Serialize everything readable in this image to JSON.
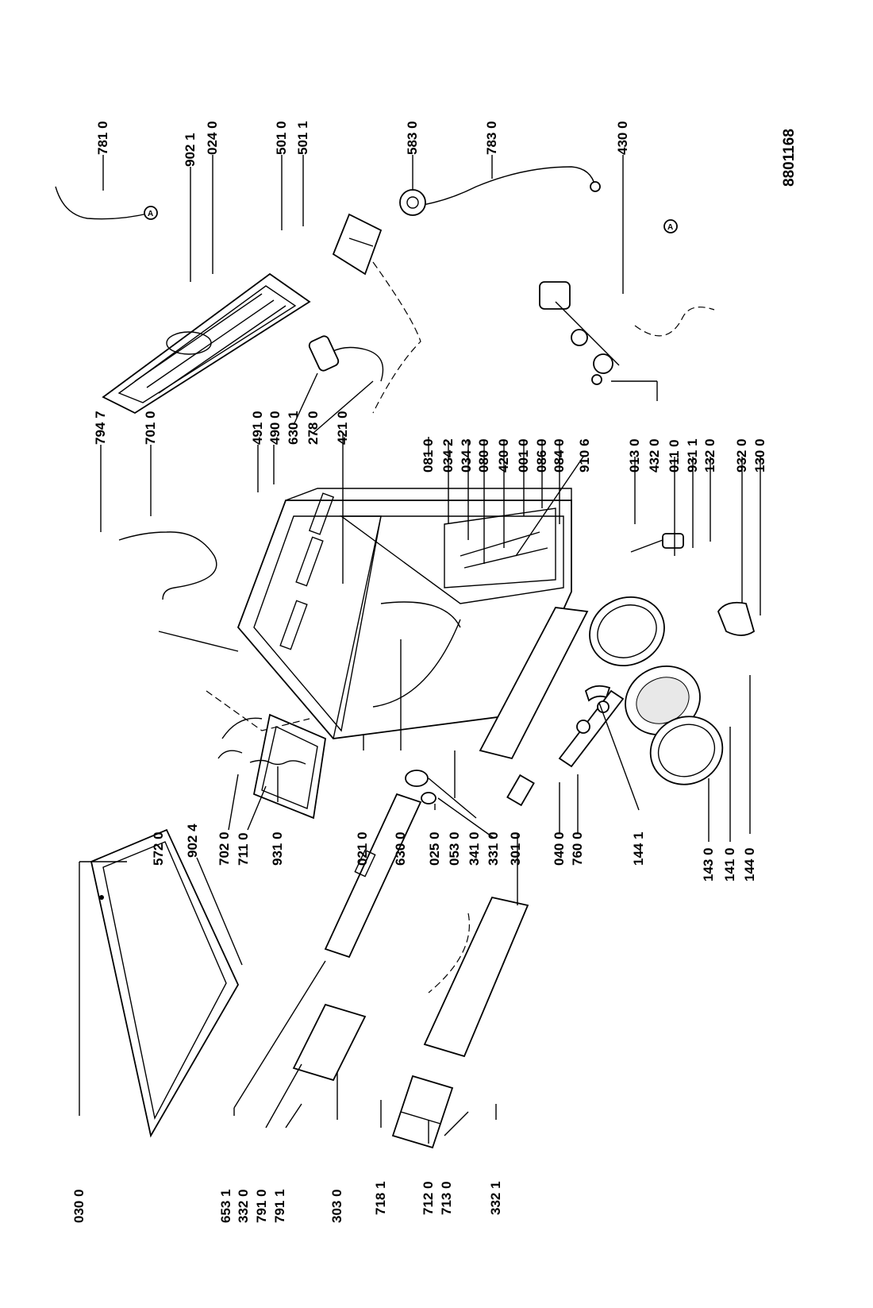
{
  "drawing_number": "8801168",
  "labels": {
    "l0300": "030 0",
    "l6531": "653 1",
    "l3320": "332 0",
    "l7910": "791 0",
    "l7911": "791 1",
    "l3030": "303 0",
    "l7181": "718 1",
    "l7120": "712 0",
    "l7130": "713 0",
    "l3321": "332 1",
    "l9024": "902 4",
    "l7020": "702 0",
    "l7110": "711 0",
    "l9310": "931 0",
    "l5720": "572 0",
    "l0210": "021 0",
    "l6300": "630 0",
    "l0250": "025 0",
    "l0530": "053 0",
    "l3410": "341 0",
    "l3310": "331 0",
    "l3010": "301 0",
    "l0400": "040 0",
    "l7600": "760 0",
    "l1441": "144 1",
    "l1430": "143 0",
    "l1410": "141 0",
    "l1440": "144 0",
    "l7947": "794 7",
    "l7010": "701 0",
    "l4910": "491 0",
    "l4900": "490 0",
    "l6301": "630 1",
    "l2780": "278 0",
    "l4210": "421 0",
    "l0810": "081 0",
    "l0342": "034 2",
    "l0343": "034 3",
    "l0800": "080 0",
    "l4200": "420 0",
    "l0010": "001 0",
    "l0860": "086 0",
    "l0840": "084 0",
    "l9106": "910 6",
    "l0130": "013 0",
    "l4320": "432 0",
    "l0110": "011 0",
    "l9311": "931 1",
    "l1320": "132 0",
    "l9320": "932 0",
    "l1300": "130 0",
    "l7810": "781 0",
    "l9021": "902 1",
    "l0240": "024 0",
    "l5010": "501 0",
    "l5011": "501 1",
    "l5830": "583 0",
    "l7830": "783 0",
    "l4300": "430 0"
  },
  "marker_symbol": "A",
  "colors": {
    "ink": "#000000",
    "paper": "#ffffff"
  }
}
